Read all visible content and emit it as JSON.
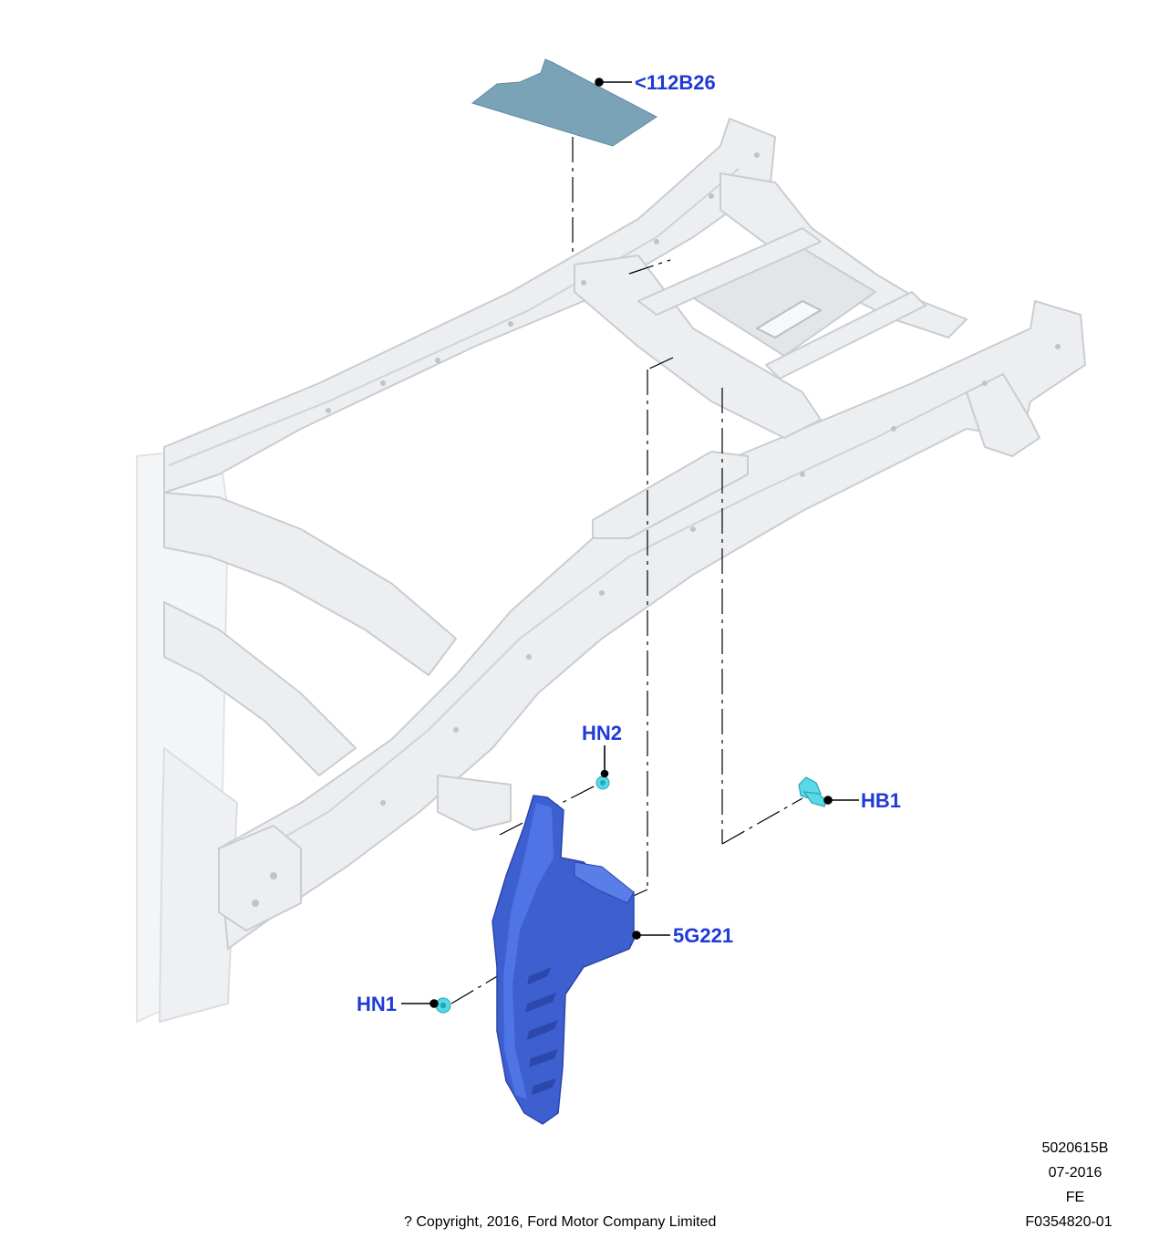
{
  "callouts": {
    "part_112B26": "<112B26",
    "part_HN2": "HN2",
    "part_HB1": "HB1",
    "part_5G221": "5G221",
    "part_HN1": "HN1"
  },
  "footer": {
    "ref_code": "5020615B",
    "date": "07-2016",
    "region": "FE",
    "figure_id": "F0354820-01",
    "copyright": "? Copyright, 2016, Ford Motor Company Limited"
  },
  "colors": {
    "callout_text": "#1f3ad6",
    "frame_fill": "#e9ebed",
    "frame_stroke": "#c8ccd1",
    "insulator_fill": "#7aa3b8",
    "shield_fill": "#3d5fd0",
    "fastener_fill": "#59d8e6"
  }
}
